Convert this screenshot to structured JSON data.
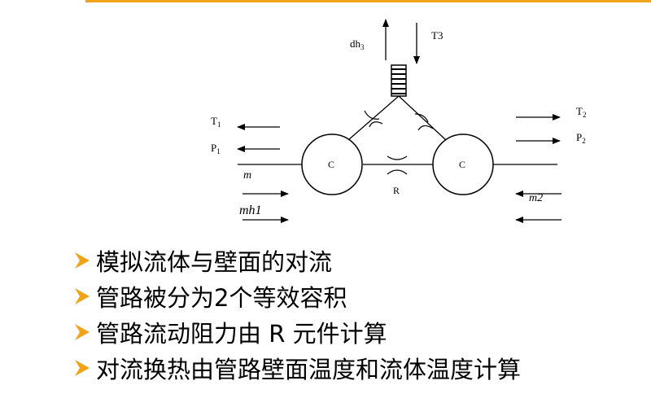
{
  "diagram": {
    "labels": {
      "dh3": "dh",
      "dh3_sub": "3",
      "t3": "T3",
      "t1": "T",
      "t1_sub": "1",
      "p1": "P",
      "p1_sub": "1",
      "t2": "T",
      "t2_sub": "2",
      "p2": "P",
      "p2_sub": "2",
      "node_left": "C",
      "node_right": "C",
      "resistor": "R",
      "m_left": "m",
      "mh1": "mh1",
      "m_right": "m2"
    }
  },
  "bullets": [
    "模拟流体与壁面的对流",
    "管路被分为2个等效容积",
    "管路流动阻力由 R 元件计算",
    "对流换热由管路壁面温度和流体温度计算"
  ],
  "colors": {
    "accent": "#f0a21a",
    "bullet_arrow": "#f0a21a",
    "line": "#000000"
  }
}
